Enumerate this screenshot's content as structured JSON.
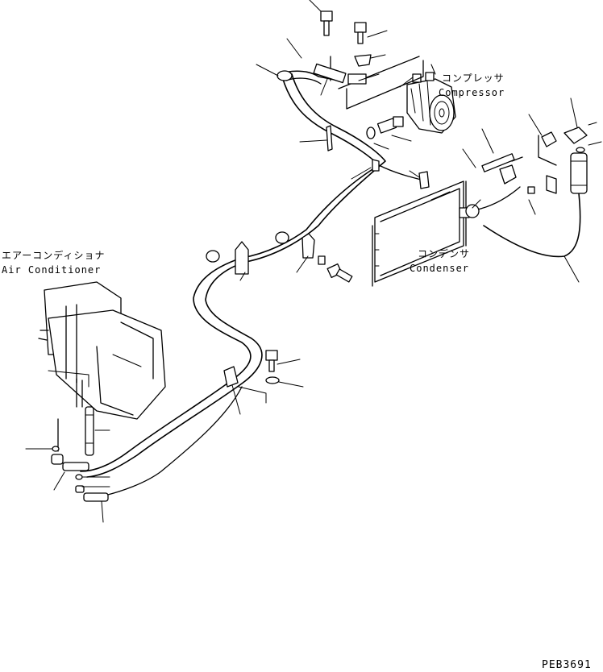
{
  "labels": {
    "compressor_jp": "コンプレッサ",
    "compressor_en": "Compressor",
    "condenser_jp": "コンデンサ",
    "condenser_en": "Condenser",
    "aircon_jp": "エアーコンディショナ",
    "aircon_en": "Air Conditioner"
  },
  "drawing_code": "PEB3691"
}
